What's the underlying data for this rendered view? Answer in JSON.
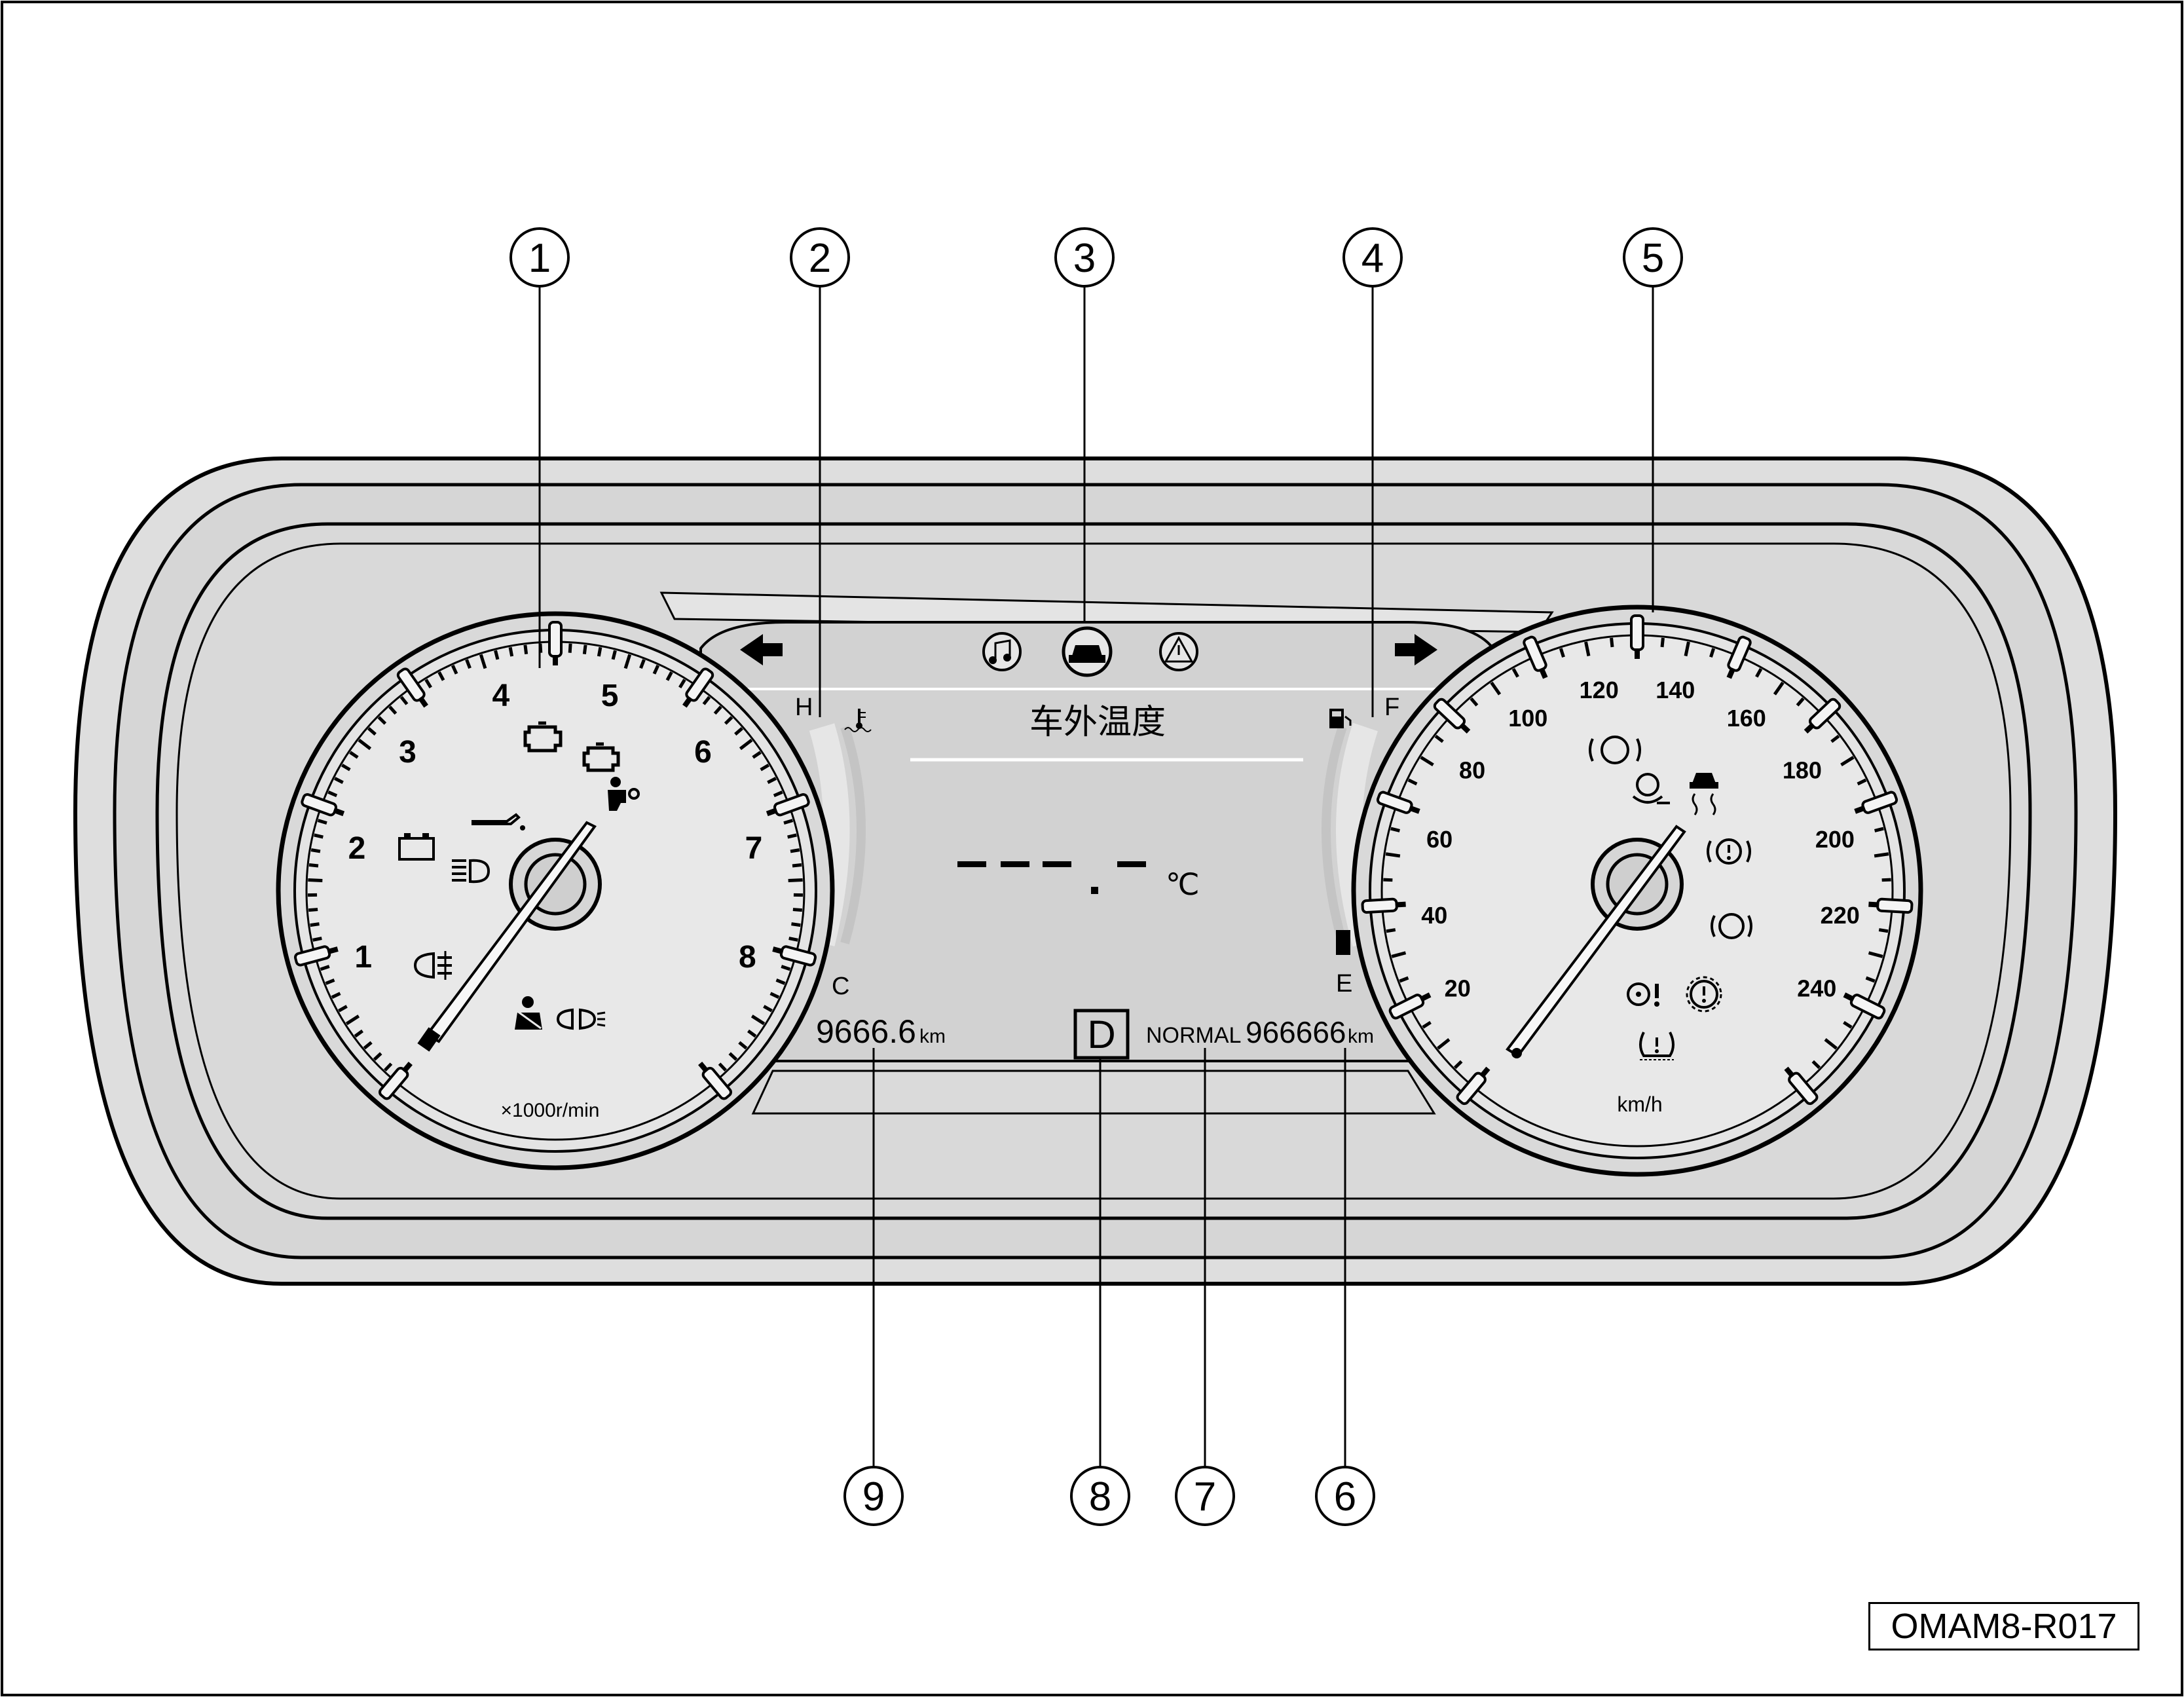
{
  "figure_code": "OMAM8-R017",
  "callouts": [
    "1",
    "2",
    "3",
    "4",
    "5",
    "6",
    "7",
    "8",
    "9"
  ],
  "tachometer": {
    "ticks": [
      "1",
      "2",
      "3",
      "4",
      "5",
      "6",
      "7",
      "8"
    ],
    "unit": "×1000r/min",
    "icons": [
      "engine-check-icon",
      "engine-malfunction-icon",
      "airbag-icon",
      "oil-pressure-icon",
      "battery-icon",
      "high-beam-icon",
      "rear-fog-light-icon",
      "seatbelt-icon",
      "front-fog-light-icon"
    ]
  },
  "speedometer": {
    "ticks": [
      "20",
      "40",
      "60",
      "80",
      "100",
      "120",
      "140",
      "160",
      "180",
      "200",
      "220",
      "240"
    ],
    "unit": "km/h",
    "icons": [
      "parking-brake-icon",
      "epb-fault-icon",
      "esc-off-icon",
      "brake-system-icon",
      "abs-icon",
      "steering-warning-icon",
      "powertrain-fault-icon",
      "tpms-icon"
    ]
  },
  "temp_gauge": {
    "high": "H",
    "low": "C",
    "icon": "coolant-temp-icon"
  },
  "fuel_gauge": {
    "full": "F",
    "empty": "E",
    "icon": "fuel-icon"
  },
  "display": {
    "top_icons": [
      "music-icon",
      "vehicle-icon",
      "warning-triangle-icon"
    ],
    "title": "车外温度",
    "temp_value": "- - - . -",
    "temp_unit": "℃",
    "trip_value": "9666.6",
    "trip_unit": "km",
    "gear": "D",
    "drive_mode": "NORMAL",
    "odometer_value": "966666",
    "odometer_unit": "km"
  },
  "colors": {
    "housing": "#dcdcdc",
    "outline": "#000000",
    "lcd": "#d3d3d3",
    "needle": "#ffffff"
  }
}
